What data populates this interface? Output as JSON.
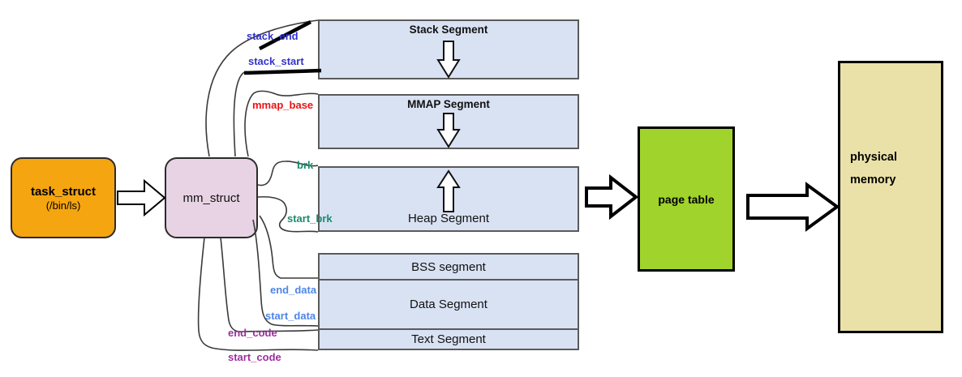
{
  "nodes": {
    "task_struct": {
      "label": "task_struct",
      "sublabel": "(/bin/ls)",
      "fill": "#F5A50F"
    },
    "mm_struct": {
      "label": "mm_struct",
      "fill": "#E7D3E4"
    },
    "page_table": {
      "label": "page table",
      "fill": "#A0D32B"
    },
    "physical_memory": {
      "label_line1": "physical",
      "label_line2": "memory",
      "fill": "#EAE1A8"
    }
  },
  "segments": {
    "fill": "#D9E2F3",
    "items": [
      {
        "id": "stack",
        "label": "Stack Segment",
        "growth": "down"
      },
      {
        "id": "mmap",
        "label": "MMAP Segment",
        "growth": "down"
      },
      {
        "id": "heap",
        "label": "Heap Segment",
        "growth": "up"
      },
      {
        "id": "bss",
        "label": "BSS segment"
      },
      {
        "id": "data",
        "label": "Data Segment"
      },
      {
        "id": "text",
        "label": "Text Segment"
      }
    ]
  },
  "pointers": {
    "stack_end": {
      "label": "stack_end",
      "color": "#3333CC"
    },
    "stack_start": {
      "label": "stack_start",
      "color": "#3333CC"
    },
    "mmap_base": {
      "label": "mmap_base",
      "color": "#EE1111"
    },
    "brk": {
      "label": "brk",
      "color": "#1B8A6B"
    },
    "start_brk": {
      "label": "start_brk",
      "color": "#1B8A6B"
    },
    "end_data": {
      "label": "end_data",
      "color": "#4E86E8"
    },
    "start_data": {
      "label": "start_data",
      "color": "#4E86E8"
    },
    "end_code": {
      "label": "end_code",
      "color": "#9C2F9C"
    },
    "start_code": {
      "label": "start_code",
      "color": "#9C2F9C"
    }
  }
}
